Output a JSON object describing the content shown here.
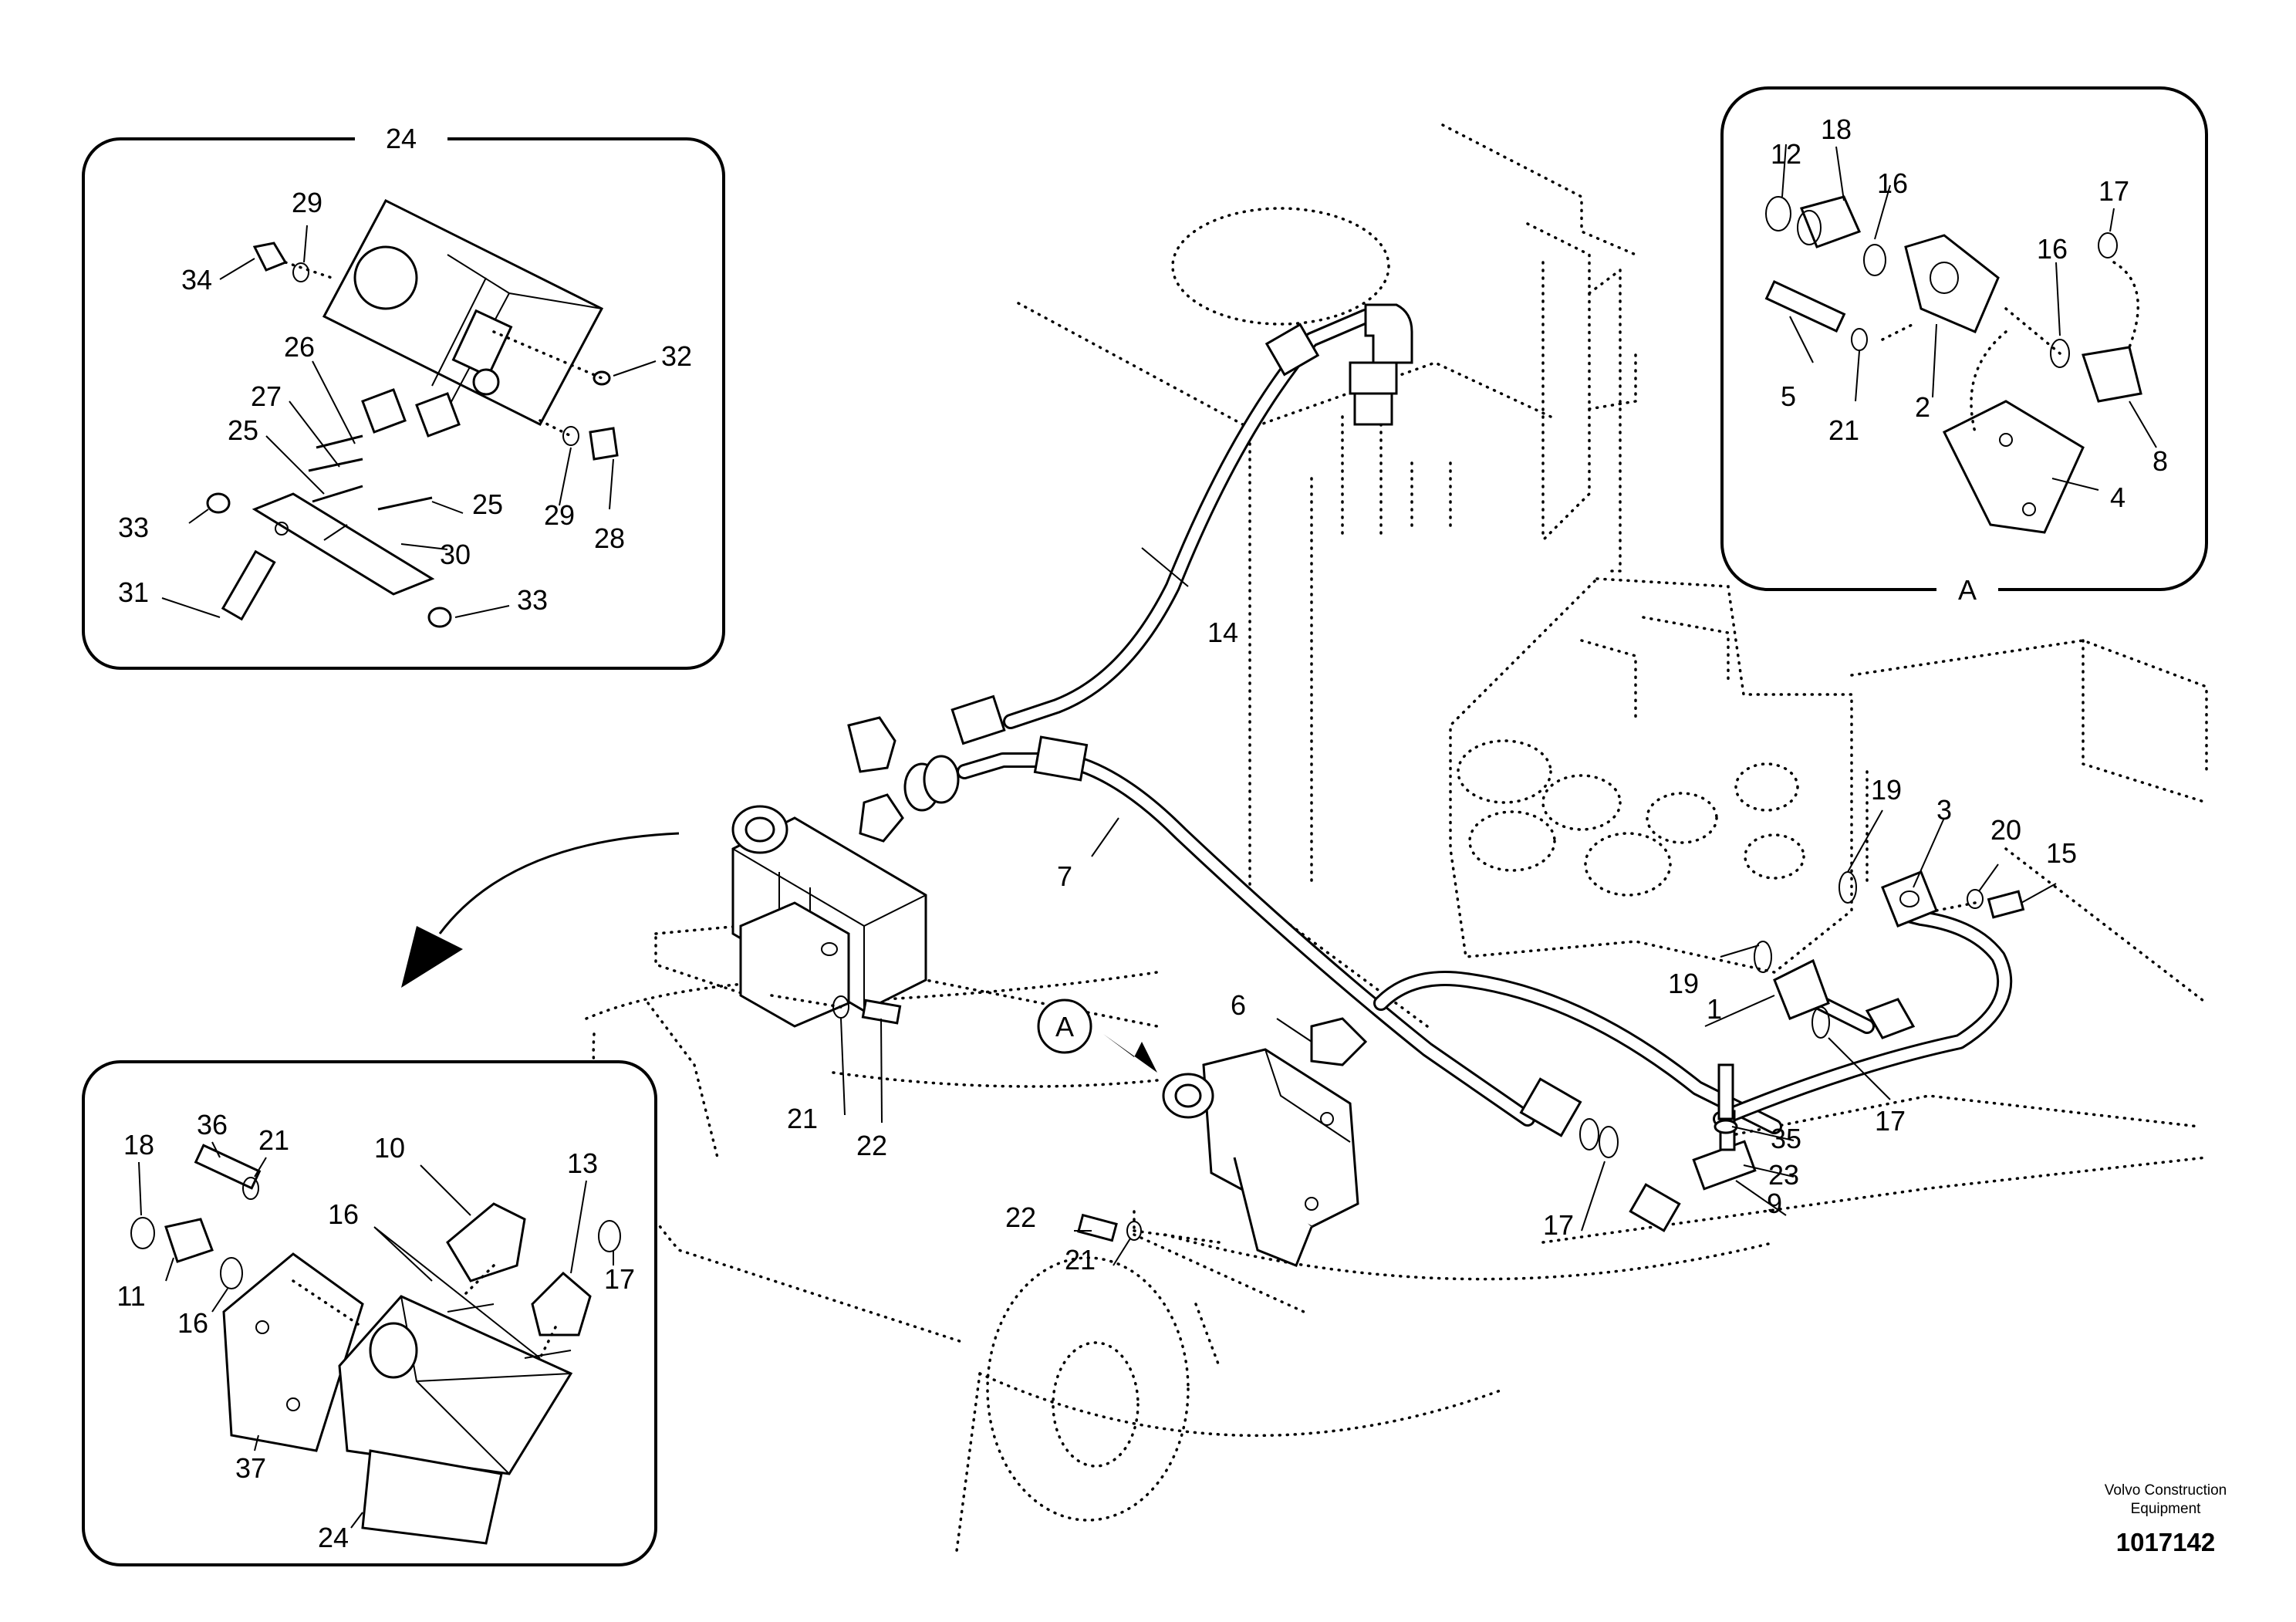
{
  "brand": {
    "line1": "Volvo Construction",
    "line2": "Equipment"
  },
  "drawing_number": "1017142",
  "insets": {
    "top_left": {
      "title": "24"
    },
    "top_right": {
      "title": "A"
    },
    "bottom_left": {
      "title": ""
    }
  },
  "callout_A": "A",
  "labels": {
    "tl": [
      "29",
      "34",
      "32",
      "26",
      "27",
      "25",
      "25",
      "29",
      "28",
      "33",
      "30",
      "31",
      "33"
    ],
    "tr": [
      "18",
      "12",
      "16",
      "17",
      "16",
      "5",
      "21",
      "2",
      "8",
      "4"
    ],
    "bl": [
      "18",
      "36",
      "21",
      "10",
      "13",
      "16",
      "17",
      "11",
      "16",
      "37",
      "24"
    ],
    "main": [
      "14",
      "7",
      "19",
      "3",
      "20",
      "15",
      "19",
      "1",
      "6",
      "21",
      "22",
      "17",
      "35",
      "23",
      "9",
      "22",
      "21",
      "17"
    ]
  }
}
